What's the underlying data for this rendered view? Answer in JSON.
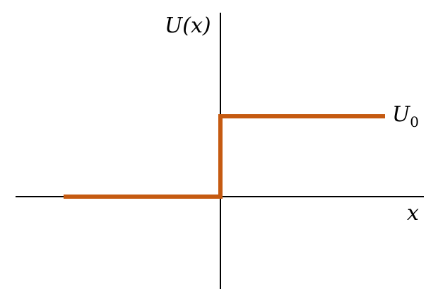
{
  "diagram": {
    "y_axis_label": "U(x)",
    "x_axis_label": "x",
    "level_label": {
      "main": "U",
      "subscript": "0"
    },
    "colors": {
      "axes": "#000000",
      "potential": "#c55a11",
      "background": "#ffffff"
    }
  }
}
